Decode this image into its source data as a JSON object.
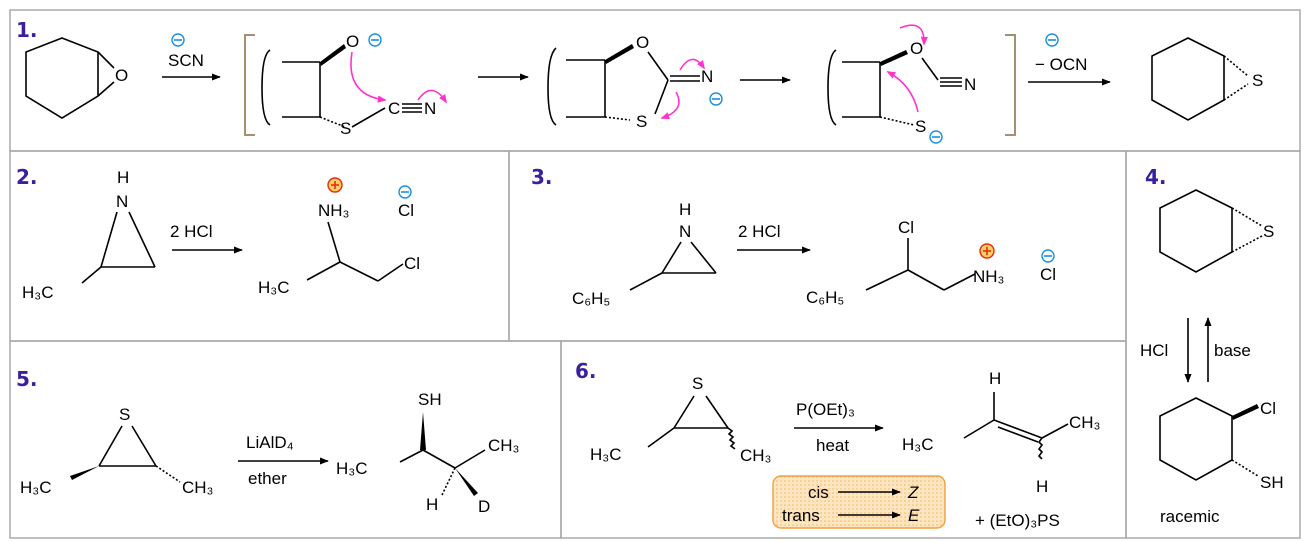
{
  "panels": {
    "p1": {
      "number": "1.",
      "reagent": "SCN",
      "epoxide_o": "O",
      "int1_o": "O",
      "int1_s": "S",
      "int1_c": "C",
      "int1_n": "N",
      "int2_o": "O",
      "int2_n": "N",
      "int2_s": "S",
      "int3_o": "O",
      "int3_n": "N",
      "int3_s": "S",
      "byproduct": "− OCN",
      "product_s": "S"
    },
    "p2": {
      "number": "2.",
      "reagent": "2 HCl",
      "n_h": "H",
      "n": "N",
      "methyl": "H₃C",
      "product_nh3": "NH₃",
      "product_cl_ion": "Cl",
      "product_methyl": "H₃C",
      "product_cl": "Cl"
    },
    "p3": {
      "number": "3.",
      "reagent": "2 HCl",
      "n_h": "H",
      "n": "N",
      "phenyl": "C₆H₅",
      "product_cl": "Cl",
      "product_phenyl": "C₆H₅",
      "product_nh3": "NH₃",
      "product_cl_ion": "Cl"
    },
    "p4": {
      "number": "4.",
      "top_s": "S",
      "left_reagent": "HCl",
      "right_reagent": "base",
      "bottom_cl": "Cl",
      "bottom_sh": "SH",
      "caption": "racemic"
    },
    "p5": {
      "number": "5.",
      "s": "S",
      "left_methyl": "H₃C",
      "right_methyl": "CH₃",
      "reagent_top": "LiAlD₄",
      "reagent_bottom": "ether",
      "product_sh": "SH",
      "product_left_methyl": "H₃C",
      "product_right_methyl": "CH₃",
      "product_h": "H",
      "product_d": "D"
    },
    "p6": {
      "number": "6.",
      "s": "S",
      "left_methyl": "H₃C",
      "right_methyl": "CH₃",
      "reagent_top": "P(OEt)₃",
      "reagent_bottom": "heat",
      "product_h_top": "H",
      "product_left_methyl": "H₃C",
      "product_right_methyl": "CH₃",
      "product_h_bottom": "H",
      "byproduct": "+ (EtO)₃PS",
      "rule_cis": "cis",
      "rule_z": "Z",
      "rule_trans": "trans",
      "rule_e": "E"
    }
  },
  "colors": {
    "number": "#3a1f9e",
    "curly_arrow": "#ff33cc",
    "negative_charge": "#1a8fe0",
    "positive_charge": "#e03010",
    "positive_fill": "#ffcc66",
    "bracket": "#a39070",
    "rule_box_fill": "#ffe0b0",
    "rule_box_border": "#f0a040"
  }
}
